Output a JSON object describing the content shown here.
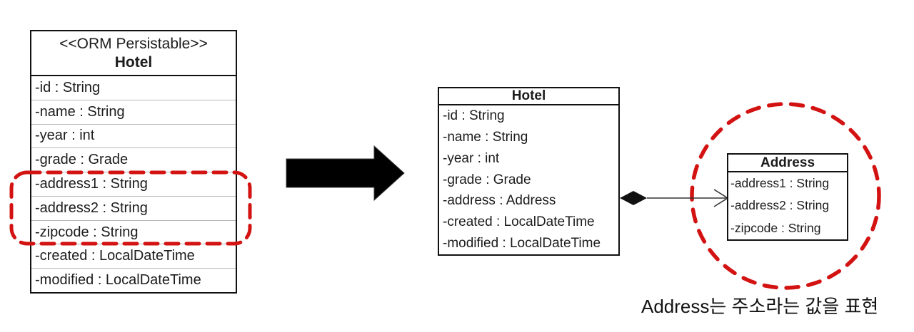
{
  "before_class": {
    "stereotype": "<<ORM Persistable>>",
    "name": "Hotel",
    "attributes": [
      "-id : String",
      "-name : String",
      "-year : int",
      "-grade : Grade",
      "-address1 : String",
      "-address2 : String",
      "-zipcode : String",
      "-created : LocalDateTime",
      "-modified : LocalDateTime"
    ]
  },
  "after_class": {
    "name": "Hotel",
    "attributes": [
      "-id : String",
      "-name : String",
      "-year : int",
      "-grade : Grade",
      "-address : Address",
      "-created : LocalDateTime",
      "-modified : LocalDateTime"
    ]
  },
  "address_class": {
    "name": "Address",
    "attributes": [
      "-address1 : String",
      "-address2 : String",
      "-zipcode : String"
    ]
  },
  "caption": "Address는 주소라는 값을 표현",
  "icons": {
    "transform_arrow": "right-arrow",
    "composition": "filled-diamond-with-open-arrow",
    "highlight_rect": "red-dashed-rounded-rect",
    "highlight_circle": "red-dashed-circle"
  },
  "colors": {
    "highlight_red": "#d31212",
    "border_black": "#111111",
    "row_separator": "#b8b8b8",
    "background": "#ffffff"
  }
}
